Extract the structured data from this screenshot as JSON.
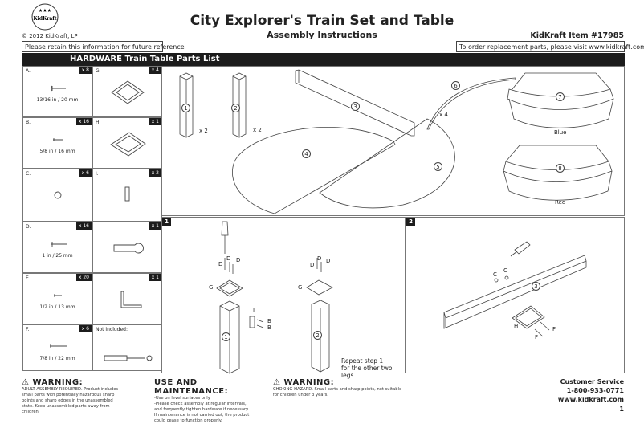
{
  "header": {
    "logo_text": "KidKraft",
    "copyright": "© 2012 KidKraft, LP",
    "title": "City Explorer's Train Set and Table",
    "subtitle": "Assembly Instructions",
    "item_number": "KidKraft Item #17985",
    "retain_notice": "Please retain this information for future reference",
    "replacement_notice": "To order replacement parts, please visit www.kidkraft.com"
  },
  "parts_list": {
    "title": "HARDWARE Train Table Parts List",
    "hardware": [
      {
        "letter": "A.",
        "qty": "x 8",
        "size": "13/16 in / 20 mm"
      },
      {
        "letter": "G.",
        "qty": "x 4",
        "size": ""
      },
      {
        "letter": "B.",
        "qty": "x 16",
        "size": "5/8 in / 16 mm"
      },
      {
        "letter": "H.",
        "qty": "x 1",
        "size": ""
      },
      {
        "letter": "C.",
        "qty": "x 6",
        "size": ""
      },
      {
        "letter": "I.",
        "qty": "x 2",
        "size": ""
      },
      {
        "letter": "D.",
        "qty": "x 16",
        "size": "1 in / 25 mm"
      },
      {
        "letter": "",
        "qty": "x 1",
        "size": ""
      },
      {
        "letter": "E.",
        "qty": "x 20",
        "size": "1/2 in / 13 mm"
      },
      {
        "letter": "",
        "qty": "x 1",
        "size": ""
      },
      {
        "letter": "F.",
        "qty": "x 6",
        "size": "7/8 in / 22 mm"
      },
      {
        "letter": "Not included:",
        "qty": "",
        "size": ""
      }
    ]
  },
  "overview": {
    "leg1_qty": "x 2",
    "leg2_qty": "x 2",
    "rail_qty": "x 4",
    "bin7_label": "Blue",
    "bin8_label": "Red",
    "numbers": [
      "1",
      "2",
      "3",
      "4",
      "5",
      "6",
      "7",
      "8"
    ]
  },
  "step1": {
    "number": "1",
    "labels": {
      "D": "D",
      "G": "G",
      "I": "I",
      "B": "B"
    },
    "note_line1": "Repeat step 1",
    "note_line2": "for the other two legs"
  },
  "step2": {
    "number": "2",
    "labels": {
      "C": "C",
      "H": "H",
      "F": "F"
    }
  },
  "footer": {
    "warning1_title": "⚠ WARNING:",
    "warning1_text": "ADULT ASSEMBLY REQUIRED. Product includes small parts with potentially hazardous sharp points and sharp edges in the unassembled state. Keep unassembled parts away from children.",
    "use_title": "USE AND MAINTENANCE:",
    "use_line1": "-Use on level surfaces only",
    "use_line2": "-Please check assembly at regular intervals, and frequently tighten hardware if necessary. If maintenance is not carried out, the product could cease to function properly.",
    "warning2_title": "⚠ WARNING:",
    "warning2_text": "CHOKING HAZARD. Small parts and sharp points, not suitable for children under 3 years.",
    "cs_title": "Customer Service",
    "cs_phone": "1-800-933-0771",
    "cs_web": "www.kidkraft.com",
    "page": "1"
  }
}
